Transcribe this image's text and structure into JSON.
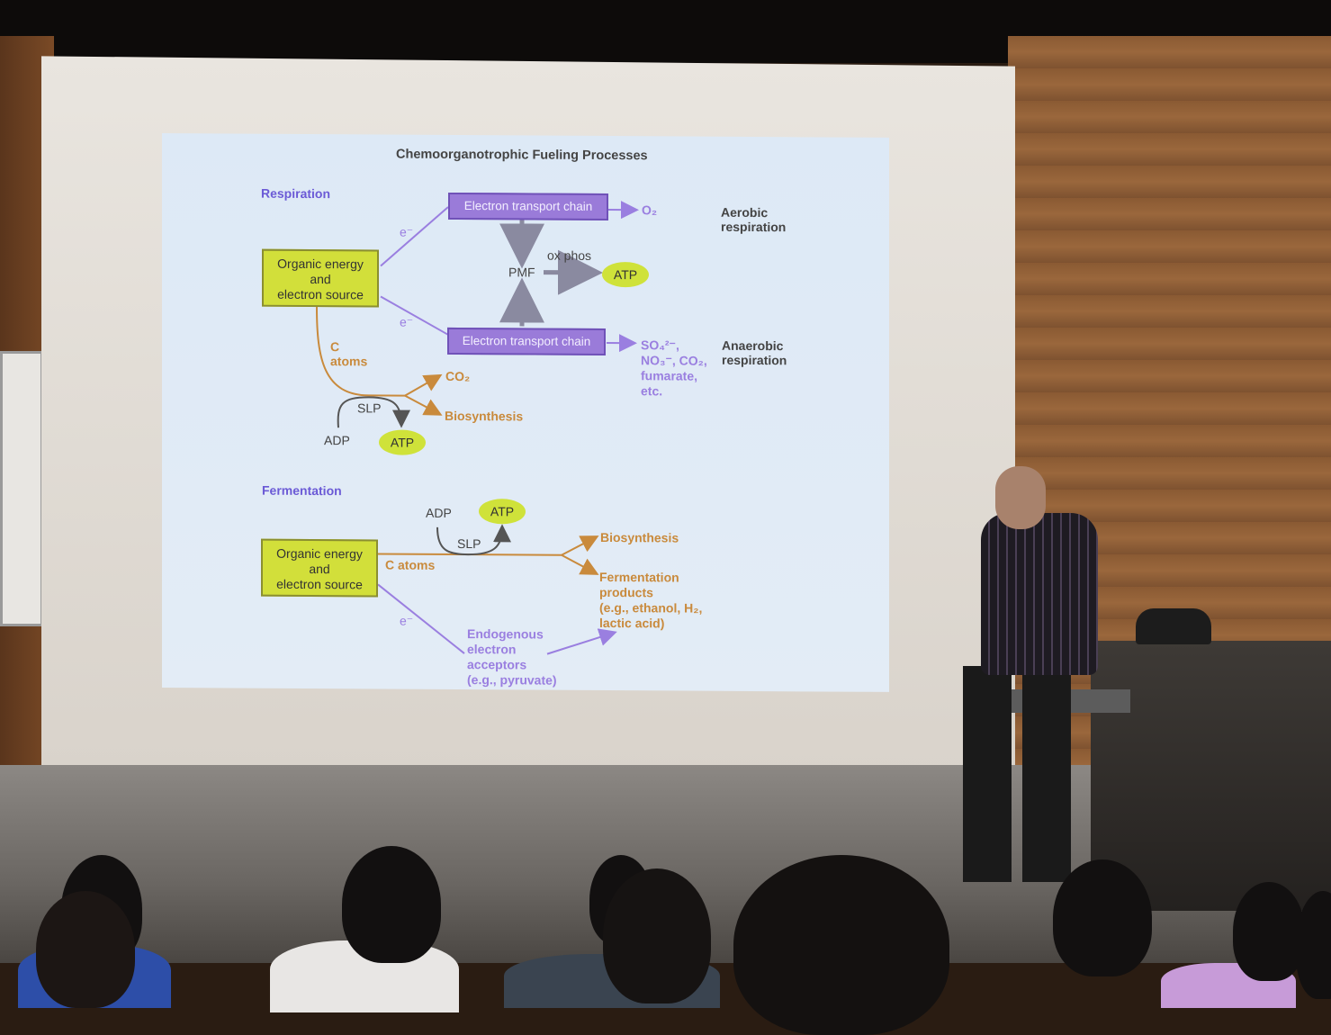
{
  "slide": {
    "title": "Chemoorganotrophic Fueling Processes",
    "respiration": {
      "heading": "Respiration",
      "source_line1": "Organic energy",
      "source_line2": "and",
      "source_line3": "electron source",
      "etc_top": "Electron transport chain",
      "etc_bottom": "Electron transport chain",
      "e_top": "e⁻",
      "e_bottom": "e⁻",
      "o2": "O₂",
      "aerobic_line1": "Aerobic",
      "aerobic_line2": "respiration",
      "pmf": "PMF",
      "ox_phos": "ox phos",
      "atp_top": "ATP",
      "acceptors_line1": "SO₄²⁻,",
      "acceptors_line2": "NO₃⁻, CO₂,",
      "acceptors_line3": "fumarate,",
      "acceptors_line4": "etc.",
      "anaerobic_line1": "Anaerobic",
      "anaerobic_line2": "respiration",
      "c_atoms_line1": "C",
      "c_atoms_line2": "atoms",
      "co2": "CO₂",
      "slp": "SLP",
      "biosynthesis": "Biosynthesis",
      "adp": "ADP",
      "atp_bottom": "ATP"
    },
    "fermentation": {
      "heading": "Fermentation",
      "adp": "ADP",
      "atp": "ATP",
      "slp": "SLP",
      "source_line1": "Organic energy",
      "source_line2": "and",
      "source_line3": "electron source",
      "c_atoms": "C atoms",
      "biosynthesis": "Biosynthesis",
      "products_line1": "Fermentation",
      "products_line2": "products",
      "products_line3": "(e.g., ethanol, H₂,",
      "products_line4": "lactic acid)",
      "e": "e⁻",
      "endo_line1": "Endogenous",
      "endo_line2": "electron",
      "endo_line3": "acceptors",
      "endo_line4": "(e.g., pyruvate)"
    }
  },
  "colors": {
    "slide_bg": "#dde9f6",
    "heading": "#6b5ad6",
    "yellow_box": "#d2df3a",
    "purple_box": "#9a7bd9",
    "orange_text": "#c98a3c",
    "violet_text": "#9a7fe0"
  }
}
